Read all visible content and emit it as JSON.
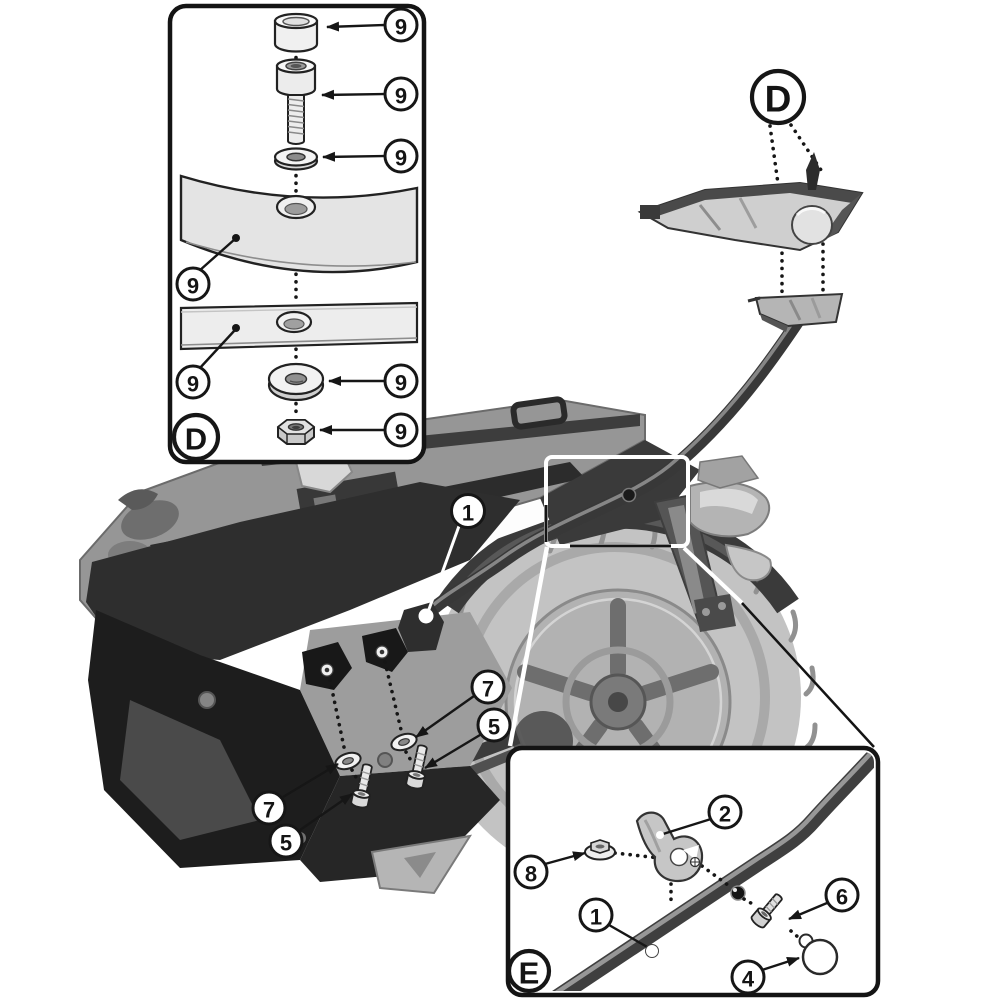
{
  "diagram": {
    "kind": "motorcycle top-case rack installation exploded diagram",
    "colors": {
      "background": "#ffffff",
      "line": "#161616",
      "callout_fill": "#ffffff",
      "panel_gray": "#e4e4e4",
      "metal_light": "#ececec",
      "metal_mid": "#9a9a9a",
      "metal_dark": "#3f3f3f"
    },
    "detail_box_d": {
      "label": "D",
      "callouts": [
        {
          "num": "9",
          "part": "cover-cap"
        },
        {
          "num": "9",
          "part": "socket-head-bolt"
        },
        {
          "num": "9",
          "part": "small-washer"
        },
        {
          "num": "9",
          "part": "upper-bodywork-panel"
        },
        {
          "num": "9",
          "part": "lower-bodywork-panel"
        },
        {
          "num": "9",
          "part": "large-spacer-washer"
        },
        {
          "num": "9",
          "part": "hex-nut"
        }
      ]
    },
    "upper_assembly": {
      "label": "D",
      "part": "top-case-mounting-plate"
    },
    "main_view": {
      "callouts": [
        {
          "num": "1",
          "part": "rack-side-tube"
        },
        {
          "num": "7",
          "part": "left-washer"
        },
        {
          "num": "5",
          "part": "left-bolt"
        },
        {
          "num": "7",
          "part": "right-washer"
        },
        {
          "num": "5",
          "part": "right-bolt"
        }
      ]
    },
    "detail_box_e": {
      "label": "E",
      "callouts": [
        {
          "num": "2",
          "part": "hook-bracket"
        },
        {
          "num": "8",
          "part": "flanged-nut"
        },
        {
          "num": "1",
          "part": "rack-side-tube"
        },
        {
          "num": "6",
          "part": "bolt"
        },
        {
          "num": "4",
          "part": "ball-end-cap"
        }
      ]
    }
  }
}
